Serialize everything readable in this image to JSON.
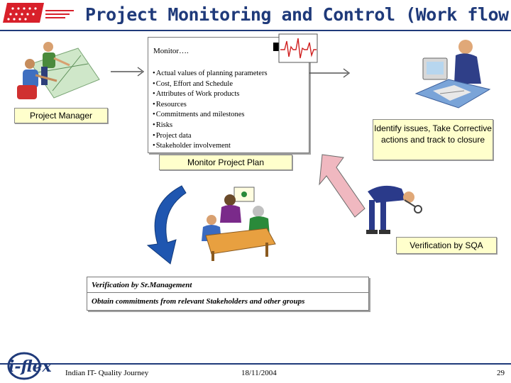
{
  "header": {
    "title": "Project Monitoring and Control  (Work flow)"
  },
  "monitor": {
    "title": "Monitor….",
    "items": [
      "Actual values of planning parameters",
      "Cost, Effort and Schedule",
      "Attributes of Work products",
      "Resources",
      "Commitments and milestones",
      "Risks",
      "Project data",
      "Stakeholder involvement"
    ]
  },
  "labels": {
    "project_manager": "Project Manager",
    "monitor_project_plan": "Monitor Project Plan",
    "identify_issues": "Identify issues, Take Corrective actions and track to closure",
    "verification_sqa": "Verification by SQA"
  },
  "verification": {
    "row1": "Verification by Sr.Management",
    "row2": "Obtain commitments from relevant Stakeholders and other groups"
  },
  "footer": {
    "left": "Indian IT- Quality Journey",
    "date": "18/11/2004",
    "page": "29"
  },
  "colors": {
    "title": "#1f3a7a",
    "label_fill": "#ffffcc",
    "arrow_pink": "#f0b8c0",
    "arrow_blue": "#1f56b0"
  },
  "icons": [
    "company-logo-icon",
    "planning-team-icon",
    "ecg-monitor-icon",
    "analyst-desk-icon",
    "meeting-table-icon",
    "inspector-icon",
    "i-flex-logo-icon"
  ]
}
